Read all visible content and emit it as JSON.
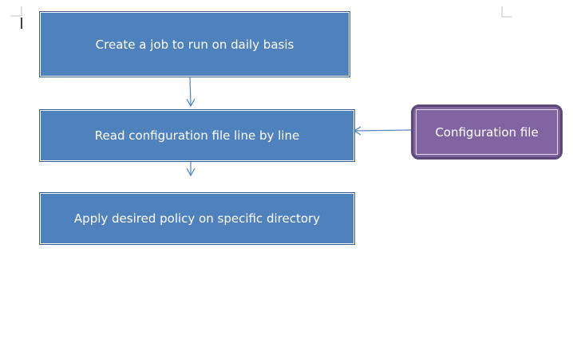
{
  "flowchart": {
    "steps": [
      {
        "label": "Create a job to run on daily basis"
      },
      {
        "label": "Read configuration file line by line"
      },
      {
        "label": "Apply desired policy on specific directory"
      }
    ],
    "input": {
      "label": "Configuration file"
    }
  },
  "colors": {
    "step_fill": "#4f81bd",
    "step_border": "#385d8a",
    "input_fill": "#8064a2",
    "input_border": "#5c4776",
    "connector": "#4f81bd"
  }
}
